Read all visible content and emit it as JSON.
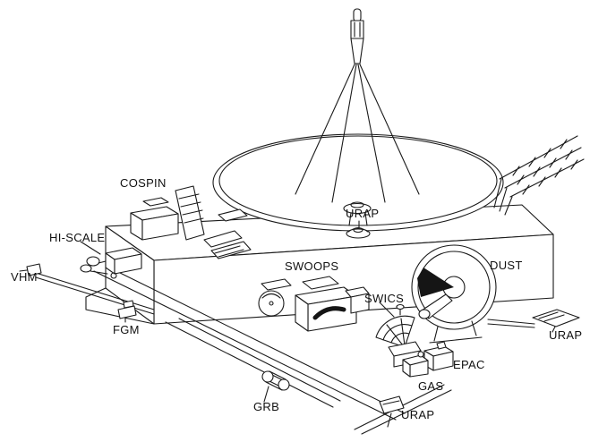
{
  "figure": {
    "kind": "spacecraft-instrument-line-drawing"
  },
  "colors": {
    "line": "#1a1a1a",
    "background": "#ffffff",
    "dark_fill": "#151515"
  },
  "labels": {
    "cospin": "COSPIN",
    "hi_scale": "HI-SCALE",
    "vhm": "VHM",
    "fgm": "FGM",
    "grb": "GRB",
    "swoops": "SWOOPS",
    "urap_dish": "URAP",
    "swics": "SWICS",
    "dust": "DUST",
    "urap_right": "URAP",
    "epac": "EPAC",
    "gas": "GAS",
    "urap_bottom": "URAP"
  }
}
